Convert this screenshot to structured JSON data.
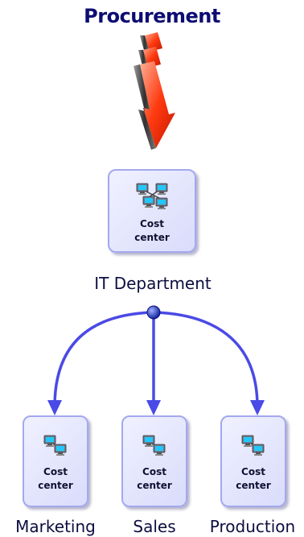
{
  "title": "Procurement",
  "root": {
    "card_label_line1": "Cost",
    "card_label_line2": "center",
    "name": "IT Department",
    "icon": "computer-network-icon"
  },
  "children": [
    {
      "card_label_line1": "Cost",
      "card_label_line2": "center",
      "name": "Marketing",
      "icon": "computer-network-icon"
    },
    {
      "card_label_line1": "Cost",
      "card_label_line2": "center",
      "name": "Sales",
      "icon": "computer-network-icon"
    },
    {
      "card_label_line1": "Cost",
      "card_label_line2": "center",
      "name": "Production",
      "icon": "computer-network-icon"
    }
  ],
  "colors": {
    "title": "#0d0d73",
    "connector": "#4a4ae6",
    "card_border": "#a3a8ef",
    "arrow_red": "#ff3300"
  }
}
